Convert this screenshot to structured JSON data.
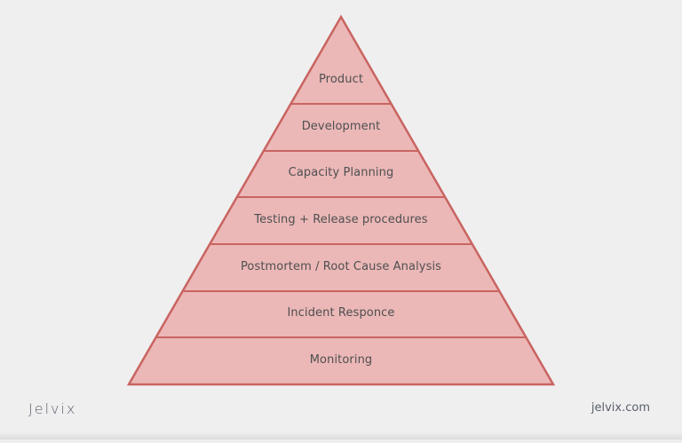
{
  "diagram": {
    "type": "pyramid",
    "colors": {
      "fill": "#ebb8b7",
      "stroke": "#c96461",
      "text": "#4f4f51",
      "background": "#efefef"
    },
    "levels": [
      {
        "label": "Product"
      },
      {
        "label": "Development"
      },
      {
        "label": "Capacity Planning"
      },
      {
        "label": "Testing + Release procedures"
      },
      {
        "label": "Postmortem / Root Cause Analysis"
      },
      {
        "label": "Incident Responce"
      },
      {
        "label": "Monitoring"
      }
    ]
  },
  "footer": {
    "brand_logo": "Jelvix",
    "website": "jelvix.com"
  }
}
